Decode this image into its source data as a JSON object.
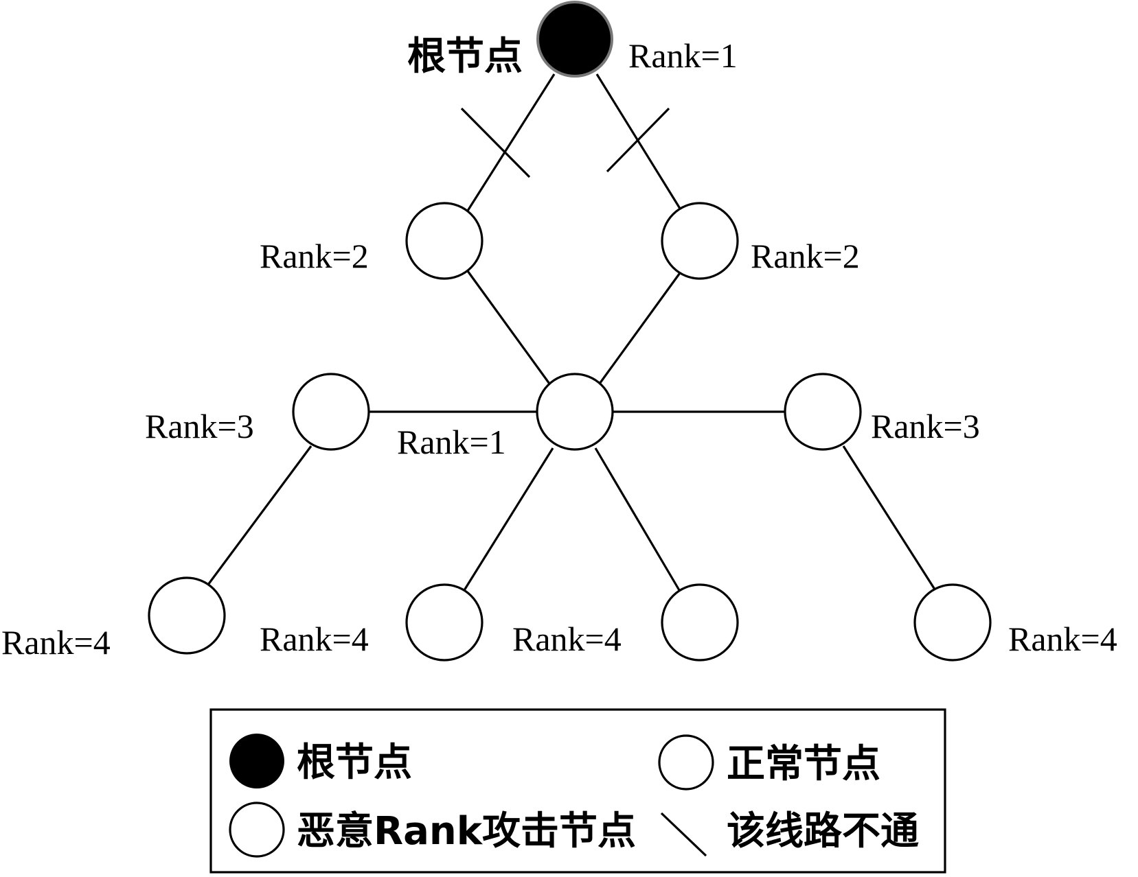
{
  "diagram": {
    "root_label": "根节点",
    "nodes": [
      {
        "id": "root",
        "kind": "root",
        "rank_label": "Rank=1"
      },
      {
        "id": "l2-left",
        "kind": "normal",
        "rank_label": "Rank=2"
      },
      {
        "id": "l2-right",
        "kind": "normal",
        "rank_label": "Rank=2"
      },
      {
        "id": "malicious",
        "kind": "malicious",
        "rank_label": "Rank=1"
      },
      {
        "id": "l3-left",
        "kind": "normal",
        "rank_label": "Rank=3"
      },
      {
        "id": "l3-right",
        "kind": "normal",
        "rank_label": "Rank=3"
      },
      {
        "id": "l4-a",
        "kind": "normal",
        "rank_label": "Rank=4"
      },
      {
        "id": "l4-b",
        "kind": "normal",
        "rank_label": "Rank=4"
      },
      {
        "id": "l4-c",
        "kind": "normal",
        "rank_label": "Rank=4"
      },
      {
        "id": "l4-d",
        "kind": "normal",
        "rank_label": "Rank=4"
      }
    ],
    "edges": [
      {
        "from": "root",
        "to": "l2-left",
        "blocked": true
      },
      {
        "from": "root",
        "to": "l2-right",
        "blocked": true
      },
      {
        "from": "l2-left",
        "to": "malicious",
        "blocked": false
      },
      {
        "from": "l2-right",
        "to": "malicious",
        "blocked": false
      },
      {
        "from": "l3-left",
        "to": "malicious",
        "blocked": false
      },
      {
        "from": "malicious",
        "to": "l3-right",
        "blocked": false
      },
      {
        "from": "l3-left",
        "to": "l4-a",
        "blocked": false
      },
      {
        "from": "malicious",
        "to": "l4-b",
        "blocked": false
      },
      {
        "from": "malicious",
        "to": "l4-c",
        "blocked": false
      },
      {
        "from": "l3-right",
        "to": "l4-d",
        "blocked": false
      }
    ]
  },
  "legend": {
    "root": "根节点",
    "normal": "正常节点",
    "malicious": "恶意Rank攻击节点",
    "blocked": "该线路不通"
  },
  "colors": {
    "root_fill": "#000000",
    "root_stroke": "#777777",
    "line": "#000000",
    "background": "#ffffff"
  }
}
